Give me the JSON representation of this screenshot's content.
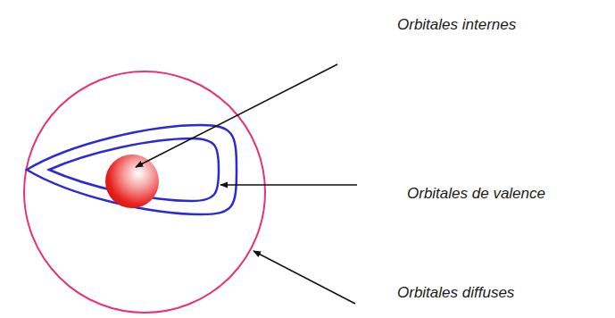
{
  "diagram": {
    "labels": [
      "Orbitales internes",
      "Orbitales de valence",
      "Orbitales diffuses"
    ]
  }
}
